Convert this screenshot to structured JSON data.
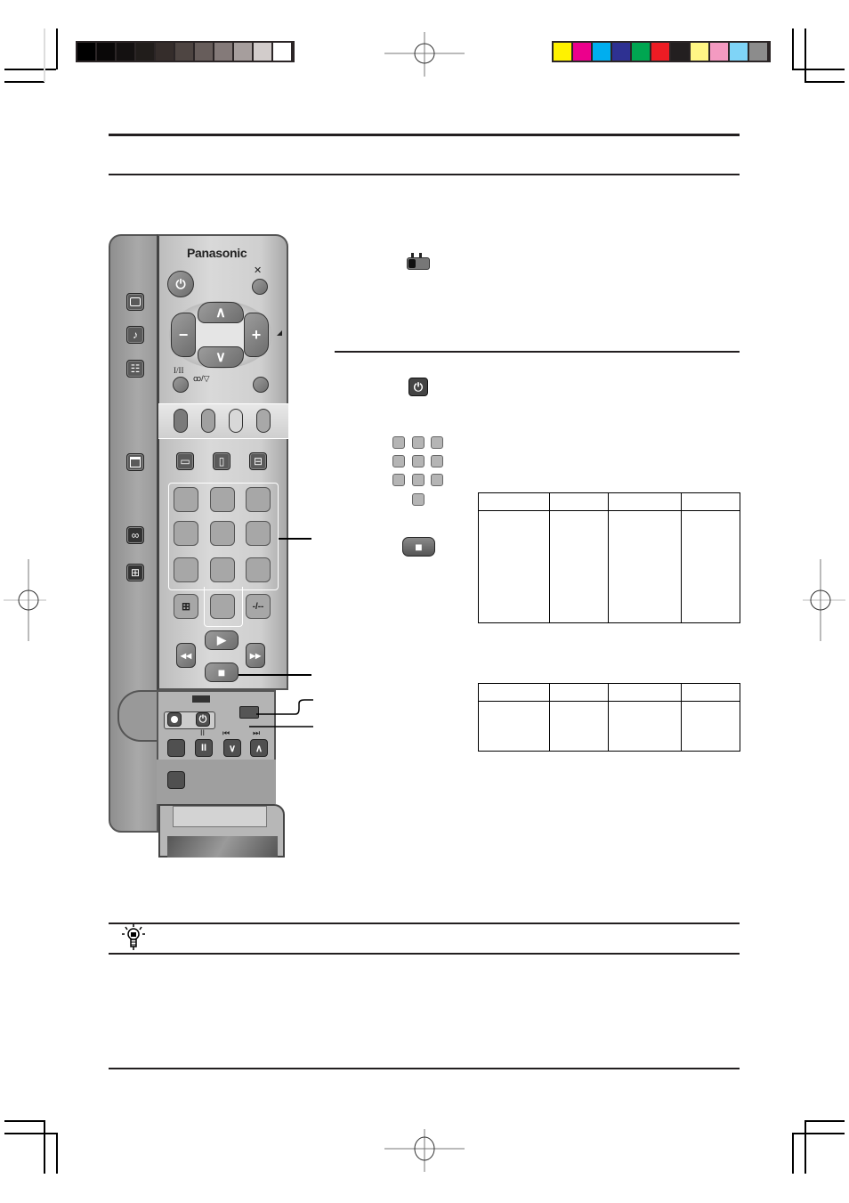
{
  "printer_marks": {
    "grayscale_swatches": [
      "#000000",
      "#0a0808",
      "#141111",
      "#211d1b",
      "#352d2b",
      "#4e4542",
      "#675d5b",
      "#847a79",
      "#a69e9d",
      "#d2cccb",
      "#ffffff"
    ],
    "color_swatches": [
      "#fff200",
      "#ec008c",
      "#00aeef",
      "#2e3192",
      "#00a651",
      "#ed1c24",
      "#231f20",
      "#fff685",
      "#f49ac1",
      "#7fd4f7",
      "#8c8c8c"
    ]
  },
  "remote": {
    "brand": "Panasonic",
    "labels": {
      "mute": "🔇",
      "stereo": "I/II",
      "surround": "ꝏ/▽",
      "minus": "−",
      "plus": "+",
      "up": "∧",
      "down": "∨",
      "dash": "-/--",
      "pause_label": "II",
      "prev_label": "⏮",
      "next_label": "⏭",
      "play": "▶",
      "rew": "◀◀",
      "ff": "▶▶",
      "stop": "■",
      "pause": "II",
      "power": "⏻"
    },
    "side_icons": [
      "tv-icon",
      "music-note-icon",
      "menu-list-icon",
      "screen-icon",
      "link-icon",
      "grid-icon"
    ]
  },
  "right_panel": {
    "icons": {
      "switch": "switch-icon",
      "power": "⏻",
      "stop": "■"
    }
  },
  "tables": {
    "table1": {
      "columns": 4,
      "rows": 2
    },
    "table2": {
      "columns": 4,
      "rows": 2
    }
  },
  "tip": {
    "icon": "lightbulb-icon"
  }
}
